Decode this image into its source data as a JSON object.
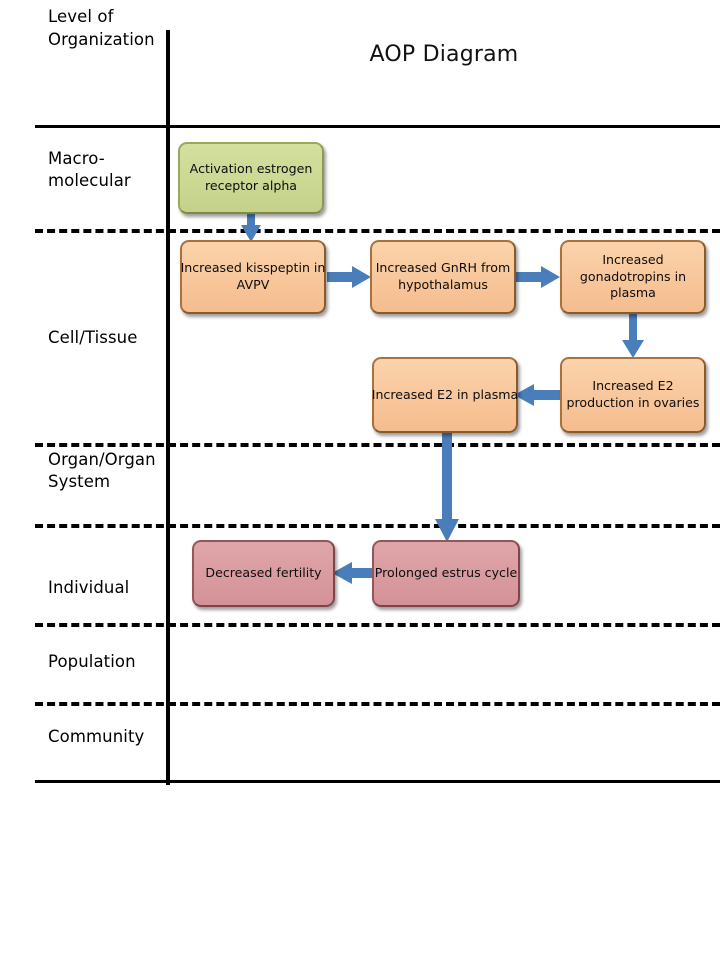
{
  "header": {
    "level_label": "Level of Organization",
    "title": "AOP Diagram"
  },
  "tiers": [
    {
      "id": "macromolecular",
      "label": "Macro-molecular"
    },
    {
      "id": "cell-tissue",
      "label": "Cell/Tissue"
    },
    {
      "id": "organ-system",
      "label": "Organ/Organ System"
    },
    {
      "id": "individual",
      "label": "Individual"
    },
    {
      "id": "population",
      "label": "Population"
    },
    {
      "id": "community",
      "label": "Community"
    }
  ],
  "nodes": [
    {
      "id": "activation-estrogen-receptor-alpha",
      "label": "Activation estrogen receptor alpha",
      "tier": "macromolecular",
      "type": "molecular-initiating-event",
      "color": "#cbd994"
    },
    {
      "id": "increased-kisspeptin-avpv",
      "label": "Increased kisspeptin in AVPV",
      "tier": "cell-tissue",
      "type": "key-event",
      "color": "#f8c69b"
    },
    {
      "id": "increased-gnrh-hypothalamus",
      "label": "Increased GnRH from hypothalamus",
      "tier": "cell-tissue",
      "type": "key-event",
      "color": "#f8c69b"
    },
    {
      "id": "increased-gonadotropins-plasma",
      "label": "Increased gonadotropins in plasma",
      "tier": "cell-tissue",
      "type": "key-event",
      "color": "#f8c69b"
    },
    {
      "id": "increased-e2-production-ovaries",
      "label": "Increased E2 production  in ovaries",
      "tier": "cell-tissue",
      "type": "key-event",
      "color": "#f8c69b"
    },
    {
      "id": "increased-e2-plasma",
      "label": "Increased E2 in plasma",
      "tier": "cell-tissue",
      "type": "key-event",
      "color": "#f8c69b"
    },
    {
      "id": "prolonged-estrus-cycle",
      "label": "Prolonged estrus cycle",
      "tier": "individual",
      "type": "key-event",
      "color": "#d99ba0"
    },
    {
      "id": "decreased-fertility",
      "label": "Decreased fertility",
      "tier": "individual",
      "type": "adverse-outcome",
      "color": "#d99ba0"
    }
  ],
  "edges": [
    {
      "from": "activation-estrogen-receptor-alpha",
      "to": "increased-kisspeptin-avpv",
      "direction": "down"
    },
    {
      "from": "increased-kisspeptin-avpv",
      "to": "increased-gnrh-hypothalamus",
      "direction": "right"
    },
    {
      "from": "increased-gnrh-hypothalamus",
      "to": "increased-gonadotropins-plasma",
      "direction": "right"
    },
    {
      "from": "increased-gonadotropins-plasma",
      "to": "increased-e2-production-ovaries",
      "direction": "down"
    },
    {
      "from": "increased-e2-production-ovaries",
      "to": "increased-e2-plasma",
      "direction": "left"
    },
    {
      "from": "increased-e2-plasma",
      "to": "prolonged-estrus-cycle",
      "direction": "down"
    },
    {
      "from": "prolonged-estrus-cycle",
      "to": "decreased-fertility",
      "direction": "left"
    }
  ],
  "colors": {
    "arrow": "#4a7ebb",
    "rule": "#000000",
    "molecular_fill": "#cbd994",
    "key_event_fill": "#f8c69b",
    "outcome_fill": "#d99ba0"
  }
}
